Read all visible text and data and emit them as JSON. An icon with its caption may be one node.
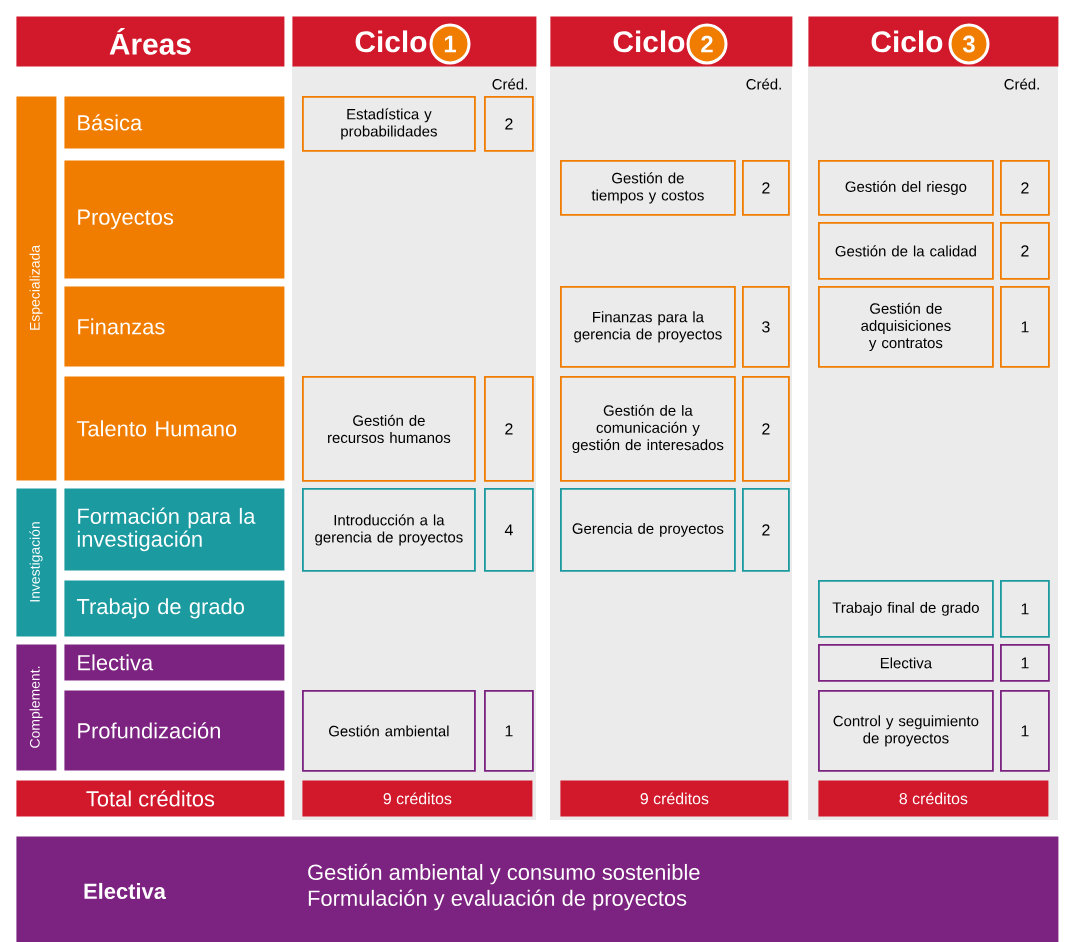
{
  "diagram": {
    "nodes": [
      {
        "text": [
          "Áreas"
        ]
      },
      {
        "text": [
          "Ciclo",
          "1"
        ]
      },
      {
        "text": [
          "Ciclo",
          "2"
        ]
      },
      {
        "text": [
          "Ciclo",
          "3"
        ]
      },
      {
        "text": [
          "Especializada"
        ]
      },
      {
        "text": [
          "Básica"
        ]
      },
      {
        "text": [
          "Proyectos"
        ]
      },
      {
        "text": [
          "Finanzas"
        ]
      },
      {
        "text": [
          "Talento Humano"
        ]
      },
      {
        "text": [
          "Investigación"
        ]
      },
      {
        "text": [
          "Formación para la investigación"
        ]
      },
      {
        "text": [
          "Trabajo de grado"
        ]
      },
      {
        "text": [
          "Complement."
        ]
      },
      {
        "text": [
          "Electiva"
        ]
      },
      {
        "text": [
          "Profundización"
        ]
      },
      {
        "text": [
          "Total créditos"
        ]
      },
      {
        "text": [
          "Estadística y probabilidades"
        ]
      },
      {
        "text": [
          "2"
        ]
      },
      {
        "text": [
          "Gestión de tiempos y costos"
        ]
      },
      {
        "text": [
          "2"
        ]
      },
      {
        "text": [
          "Gestión del riesgo"
        ]
      },
      {
        "text": [
          "2"
        ]
      },
      {
        "text": [
          "Gestión de la calidad"
        ]
      },
      {
        "text": [
          "2"
        ]
      },
      {
        "text": [
          "Finanzas para la gerencia de proyectos"
        ]
      },
      {
        "text": [
          "3"
        ]
      },
      {
        "text": [
          "Gestión de adquisiciones y contratos"
        ]
      },
      {
        "text": [
          "1"
        ]
      },
      {
        "text": [
          "Gestión de recursos humanos"
        ]
      },
      {
        "text": [
          "2"
        ]
      },
      {
        "text": [
          "Gestión de la comunicación y gestión de interesados"
        ]
      },
      {
        "text": [
          "2"
        ]
      },
      {
        "text": [
          "Introducción a la gerencia de proyectos"
        ]
      },
      {
        "text": [
          "4"
        ]
      },
      {
        "text": [
          "Gerencia de proyectos"
        ]
      },
      {
        "text": [
          "2"
        ]
      },
      {
        "text": [
          "Trabajo final de grado"
        ]
      },
      {
        "text": [
          "1"
        ]
      },
      {
        "text": [
          "Electiva"
        ]
      },
      {
        "text": [
          "1"
        ]
      },
      {
        "text": [
          "Gestión ambiental"
        ]
      },
      {
        "text": [
          "1"
        ]
      },
      {
        "text": [
          "Control y seguimiento de proyectos"
        ]
      },
      {
        "text": [
          "1"
        ]
      },
      {
        "text": [
          "9 créditos"
        ]
      },
      {
        "text": [
          "9 créditos"
        ]
      },
      {
        "text": [
          "8 créditos"
        ]
      },
      {
        "text": [
          "Electiva",
          "Gestión ambiental y consumo sostenible",
          "Formulación y evaluación de proyectos"
        ]
      }
    ],
    "labels": [
      "Créd.",
      "Créd.",
      "Créd."
    ]
  }
}
